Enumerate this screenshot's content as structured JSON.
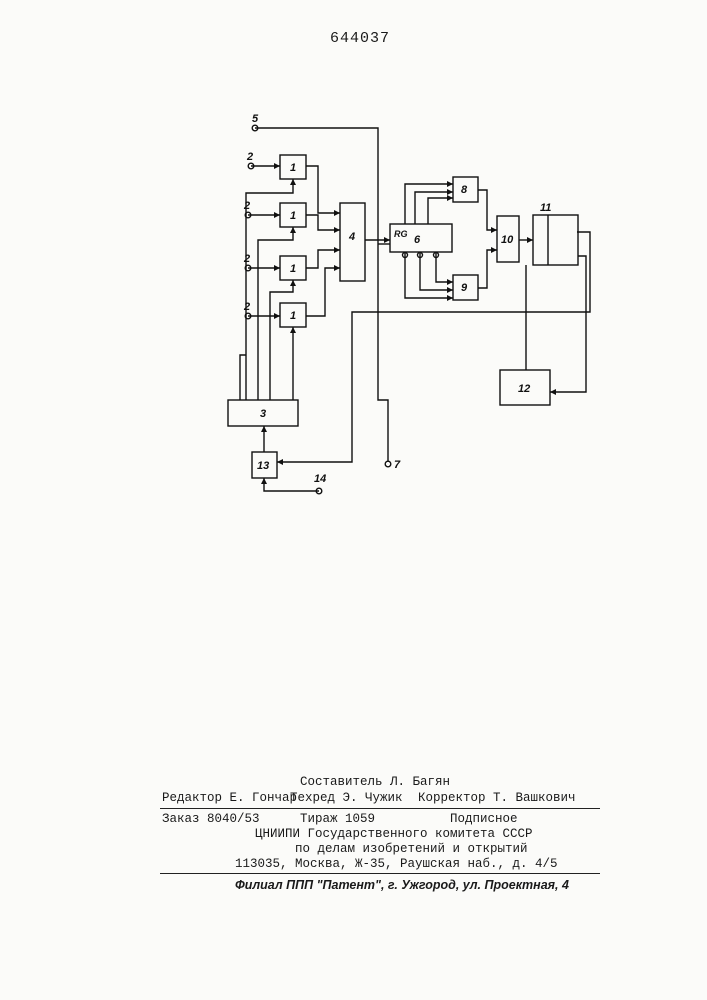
{
  "document": {
    "patent_number": "644037"
  },
  "diagram": {
    "blocks": [
      {
        "id": "1a",
        "label": "1"
      },
      {
        "id": "1b",
        "label": "1"
      },
      {
        "id": "1c",
        "label": "1"
      },
      {
        "id": "1d",
        "label": "1"
      },
      {
        "id": "3",
        "label": "3"
      },
      {
        "id": "4",
        "label": "4"
      },
      {
        "id": "6",
        "label": "6"
      },
      {
        "id": "6rg",
        "label": "RG"
      },
      {
        "id": "8",
        "label": "8"
      },
      {
        "id": "9",
        "label": "9"
      },
      {
        "id": "10",
        "label": "10"
      },
      {
        "id": "11",
        "label": "11"
      },
      {
        "id": "12",
        "label": "12"
      },
      {
        "id": "13",
        "label": "13"
      }
    ],
    "terminals": [
      {
        "id": "t5",
        "label": "5"
      },
      {
        "id": "t2a",
        "label": "2"
      },
      {
        "id": "t2b",
        "label": "2"
      },
      {
        "id": "t2c",
        "label": "2"
      },
      {
        "id": "t2d",
        "label": "2"
      },
      {
        "id": "t7",
        "label": "7"
      },
      {
        "id": "t14",
        "label": "14"
      }
    ]
  },
  "imprint": {
    "compiler": "Составитель  Л. Багян",
    "editor": "Редактор Е. Гончар",
    "techred": "Техред Э. Чужик",
    "corrector": "Корректор Т. Вашкович",
    "order": "Заказ 8040/53",
    "circulation": "Тираж   1059",
    "subscription": "Подписное",
    "org1": "ЦНИИПИ Государственного комитета СССР",
    "org2": "по делам изобретений и открытий",
    "address": "113035, Москва, Ж-35,  Раушская наб., д. 4/5",
    "branch": "Филиал ППП \"Патент\", г. Ужгород, ул. Проектная, 4"
  }
}
